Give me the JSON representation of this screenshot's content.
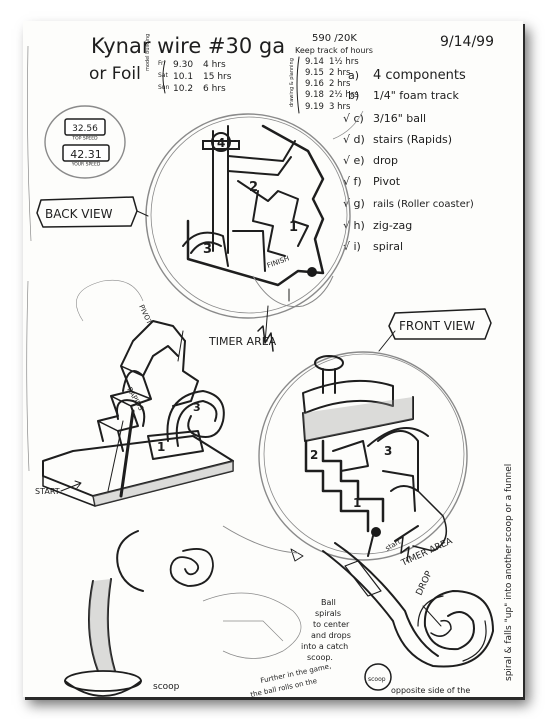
{
  "header": {
    "title": "Kynar wire #30 ga",
    "title_alt": "or Foil",
    "date": "9/14/99",
    "model_note": "590 /20K",
    "track_note": "Keep track of hours",
    "side_label_left": "model building",
    "side_label_right": "drawing & planning"
  },
  "time_log": {
    "model": [
      {
        "day": "Fri",
        "date": "9.30",
        "hours": "4 hrs"
      },
      {
        "day": "Sat",
        "date": "10.1",
        "hours": "15 hrs"
      },
      {
        "day": "Sun",
        "date": "10.2",
        "hours": "6 hrs"
      }
    ],
    "planning": [
      {
        "date": "9.14",
        "hours": "1½ hrs"
      },
      {
        "date": "9.15",
        "hours": "2 hrs"
      },
      {
        "date": "9.16",
        "hours": "2 hrs"
      },
      {
        "date": "9.18",
        "hours": "2½ hrs"
      },
      {
        "date": "9.19",
        "hours": "3 hrs"
      }
    ]
  },
  "speed_badges": {
    "top_value": "32.56",
    "top_label": "TOP SPEED",
    "bottom_value": "42.31",
    "bottom_label": "YOUR SPEED"
  },
  "checklist": [
    {
      "mark": "a)",
      "text": "4 components"
    },
    {
      "mark": "b)",
      "text": "1/4\" foam track"
    },
    {
      "mark": "√ c)",
      "text": "3/16\" ball"
    },
    {
      "mark": "√ d)",
      "text": "stairs (Rapids)"
    },
    {
      "mark": "√ e)",
      "text": "drop"
    },
    {
      "mark": "√ f)",
      "text": "Pivot"
    },
    {
      "mark": "√ g)",
      "text": "rails (Roller coaster)"
    },
    {
      "mark": "√ h)",
      "text": "zig-zag"
    },
    {
      "mark": "√ i)",
      "text": "spiral"
    }
  ],
  "labels": {
    "back_view": "BACK VIEW",
    "front_view": "FRONT VIEW",
    "timer_area_top": "TIMER AREA",
    "timer_area_bottom": "TIMER AREA",
    "finish": "FINISH",
    "start_left": "START",
    "start_right": "start",
    "rapids": "RAPIDS",
    "pivot": "PIVOT",
    "drop": "DROP",
    "scoop": "scoop",
    "numbers": [
      "1",
      "2",
      "3",
      "4"
    ]
  },
  "notes": {
    "ball_note": [
      "Ball",
      "spirals",
      "to center",
      "and drops",
      "into a catch",
      "scoop."
    ],
    "bottom_note": [
      "Further in the game,",
      "the ball rolls on the"
    ],
    "bottom_note_end": "opposite side of the",
    "side_note": "spiral & falls \"up\" into another scoop or a funnel",
    "scoop_label": "scoop"
  }
}
